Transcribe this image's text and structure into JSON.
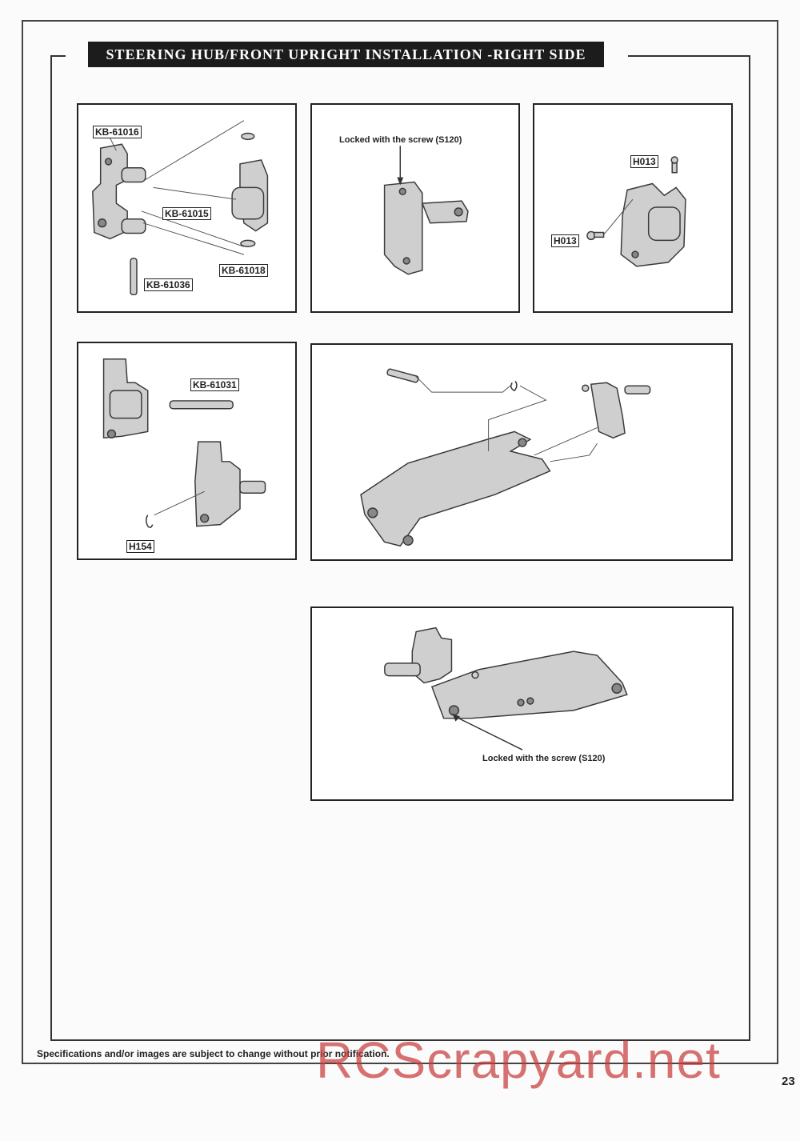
{
  "page": {
    "title": "STEERING HUB/FRONT UPRIGHT INSTALLATION -RIGHT SIDE",
    "page_number": "23",
    "footer": "Specifications and/or images are subject to change without prior notification.",
    "watermark": "RCScrapyard.net"
  },
  "panel1": {
    "labels": [
      "KB-61016",
      "KB-61015",
      "KB-61018",
      "KB-61036"
    ]
  },
  "panel2": {
    "note": "Locked with the screw (S120)"
  },
  "panel3": {
    "labels": [
      "H013",
      "H013"
    ]
  },
  "panel4": {
    "labels": [
      "KB-61031",
      "H154"
    ]
  },
  "panel6": {
    "note": "Locked with the screw (S120)"
  },
  "colors": {
    "title_bg": "#1c1c1c",
    "part_fill": "#c9c9c9",
    "part_stroke": "#3a3a3a",
    "watermark": "#c83c3c"
  }
}
